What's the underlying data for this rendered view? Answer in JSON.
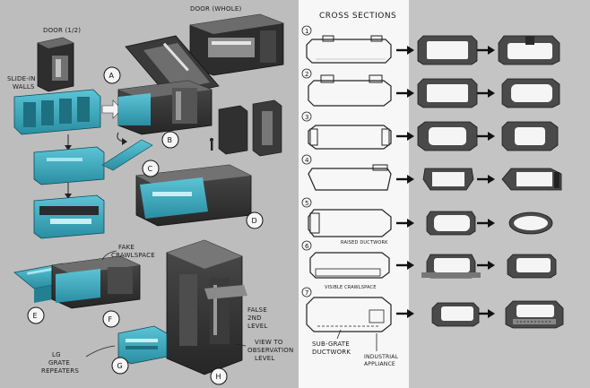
{
  "left": {
    "door_small_label": "DOOR (1/2)",
    "door_whole_label": "DOOR (WHOLE)",
    "slide_in_label_1": "SLIDE-IN",
    "slide_in_label_2": "WALLS",
    "fake_crawlspace_1": "FAKE",
    "fake_crawlspace_2": "CRAWLSPACE",
    "false_2nd_1": "FALSE",
    "false_2nd_2": "2ND",
    "false_2nd_3": "LEVEL",
    "view_obs_1": "VIEW TO",
    "view_obs_2": "OBSERVATION",
    "view_obs_3": "LEVEL",
    "lg_grate_1": "LG",
    "lg_grate_2": "GRATE",
    "lg_grate_3": "REPEATERS",
    "callouts": [
      "A",
      "B",
      "C",
      "D",
      "E",
      "F",
      "G",
      "H"
    ]
  },
  "cross": {
    "title": "CROSS SECTIONS",
    "numbers": [
      "1",
      "2",
      "3",
      "4",
      "5",
      "6",
      "7"
    ],
    "raised_ductwork": "RAISED DUCTWORK",
    "visible_crawlspace": "VISIBLE CRAWLSPACE",
    "sub_grate_1": "SUB-GRATE",
    "sub_grate_2": "DUCTWORK",
    "industrial_1": "INDUSTRIAL",
    "industrial_2": "APPLIANCE"
  },
  "colors": {
    "teal": "#3fa9bd",
    "dark": "#2d2d2d",
    "mid": "#5a5a5a"
  }
}
